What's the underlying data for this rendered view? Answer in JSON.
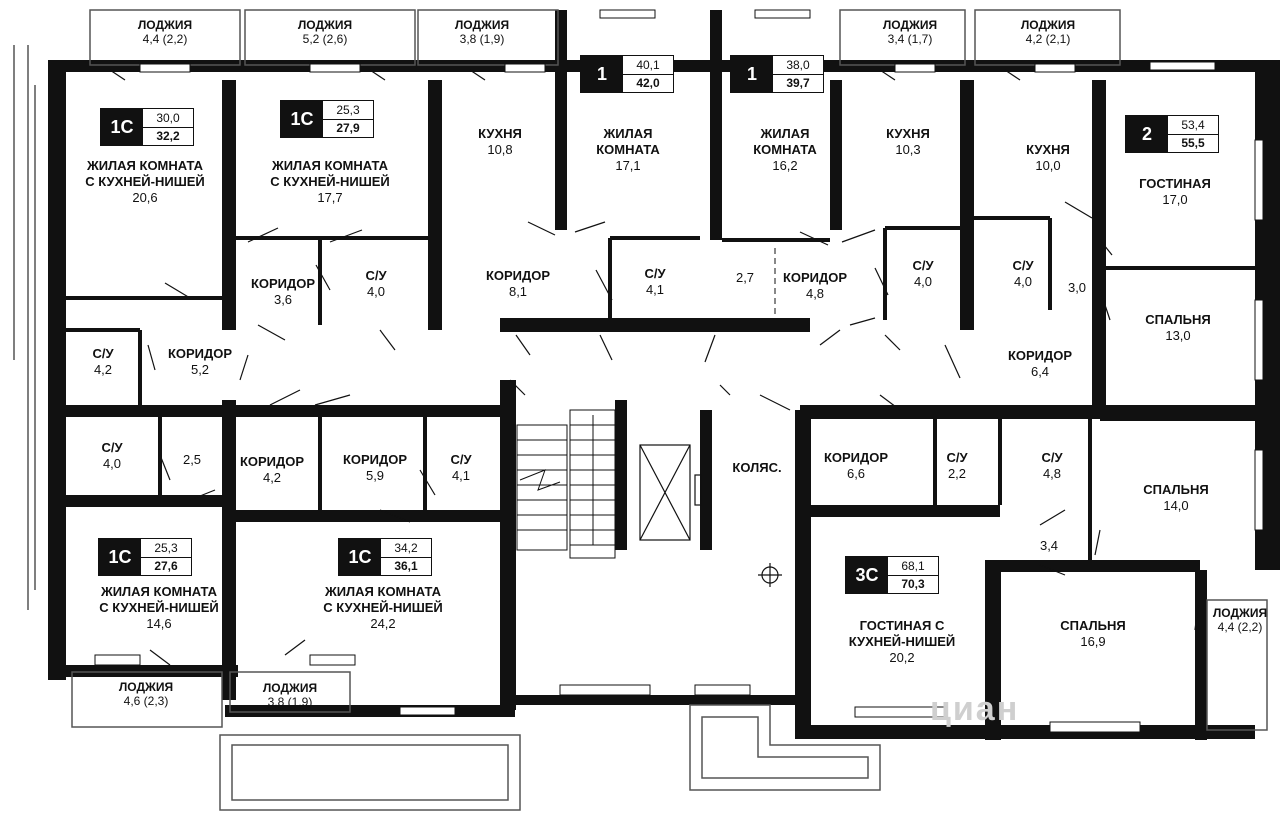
{
  "apartments": [
    {
      "id": "a1",
      "code": "1С",
      "area": "30,0",
      "total": "32,2"
    },
    {
      "id": "a2",
      "code": "1С",
      "area": "25,3",
      "total": "27,9"
    },
    {
      "id": "a3",
      "code": "1",
      "area": "40,1",
      "total": "42,0"
    },
    {
      "id": "a4",
      "code": "1",
      "area": "38,0",
      "total": "39,7"
    },
    {
      "id": "a5",
      "code": "2",
      "area": "53,4",
      "total": "55,5"
    },
    {
      "id": "a6",
      "code": "1С",
      "area": "25,3",
      "total": "27,6"
    },
    {
      "id": "a7",
      "code": "1С",
      "area": "34,2",
      "total": "36,1"
    },
    {
      "id": "a8",
      "code": "3С",
      "area": "68,1",
      "total": "70,3"
    }
  ],
  "rooms": [
    {
      "label": "ЛОДЖИЯ",
      "area": "4,4 (2,2)"
    },
    {
      "label": "ЛОДЖИЯ",
      "area": "5,2 (2,6)"
    },
    {
      "label": "ЛОДЖИЯ",
      "area": "3,8 (1,9)"
    },
    {
      "label": "ЛОДЖИЯ",
      "area": "3,4 (1,7)"
    },
    {
      "label": "ЛОДЖИЯ",
      "area": "4,2 (2,1)"
    },
    {
      "label": "ЖИЛАЯ КОМНАТА\nС КУХНЕЙ-НИШЕЙ",
      "area": "20,6"
    },
    {
      "label": "ЖИЛАЯ КОМНАТА\nС КУХНЕЙ-НИШЕЙ",
      "area": "17,7"
    },
    {
      "label": "КУХНЯ",
      "area": "10,8"
    },
    {
      "label": "ЖИЛАЯ\nКОМНАТА",
      "area": "17,1"
    },
    {
      "label": "ЖИЛАЯ\nКОМНАТА",
      "area": "16,2"
    },
    {
      "label": "КУХНЯ",
      "area": "10,3"
    },
    {
      "label": "КУХНЯ",
      "area": "10,0"
    },
    {
      "label": "ГОСТИНАЯ",
      "area": "17,0"
    },
    {
      "label": "КОРИДОР",
      "area": "3,6"
    },
    {
      "label": "С/У",
      "area": "4,0"
    },
    {
      "label": "КОРИДОР",
      "area": "8,1"
    },
    {
      "label": "С/У",
      "area": "4,1"
    },
    {
      "label": "",
      "area": "2,7"
    },
    {
      "label": "КОРИДОР",
      "area": "4,8"
    },
    {
      "label": "С/У",
      "area": "4,0"
    },
    {
      "label": "С/У",
      "area": "4,0"
    },
    {
      "label": "",
      "area": "3,0"
    },
    {
      "label": "СПАЛЬНЯ",
      "area": "13,0"
    },
    {
      "label": "С/У",
      "area": "4,2"
    },
    {
      "label": "КОРИДОР",
      "area": "5,2"
    },
    {
      "label": "КОРИДОР",
      "area": "6,4"
    },
    {
      "label": "С/У",
      "area": "4,0"
    },
    {
      "label": "",
      "area": "2,5"
    },
    {
      "label": "КОРИДОР",
      "area": "4,2"
    },
    {
      "label": "КОРИДОР",
      "area": "5,9"
    },
    {
      "label": "С/У",
      "area": "4,1"
    },
    {
      "label": "КОЛЯС.",
      "area": ""
    },
    {
      "label": "КОРИДОР",
      "area": "6,6"
    },
    {
      "label": "С/У",
      "area": "2,2"
    },
    {
      "label": "С/У",
      "area": "4,8"
    },
    {
      "label": "СПАЛЬНЯ",
      "area": "14,0"
    },
    {
      "label": "ЖИЛАЯ КОМНАТА\nС КУХНЕЙ-НИШЕЙ",
      "area": "14,6"
    },
    {
      "label": "ЖИЛАЯ КОМНАТА\nС КУХНЕЙ-НИШЕЙ",
      "area": "24,2"
    },
    {
      "label": "",
      "area": "3,4"
    },
    {
      "label": "ГОСТИНАЯ С\nКУХНЕЙ-НИШЕЙ",
      "area": "20,2"
    },
    {
      "label": "СПАЛЬНЯ",
      "area": "16,9"
    },
    {
      "label": "ЛОДЖИЯ",
      "area": "4,4 (2,2)"
    },
    {
      "label": "ЛОДЖИЯ",
      "area": "4,6 (2,3)"
    },
    {
      "label": "ЛОДЖИЯ",
      "area": "3,8 (1,9)"
    }
  ],
  "watermark": "циан"
}
